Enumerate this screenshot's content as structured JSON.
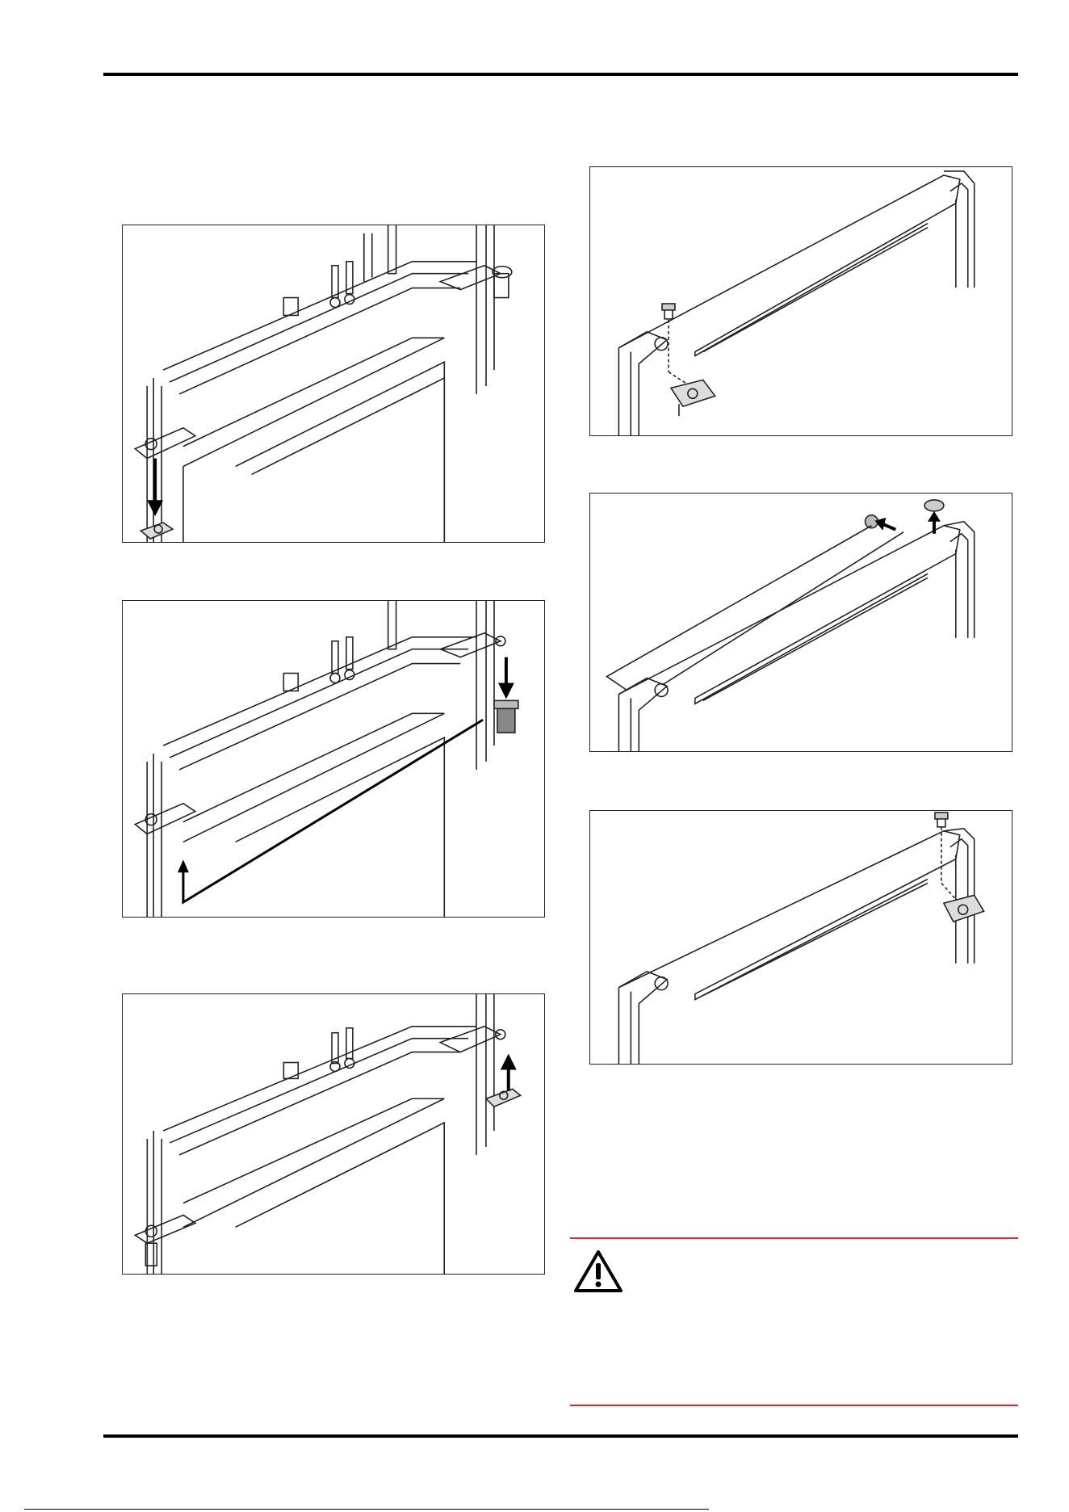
{
  "page": {
    "figures_left": [
      {
        "name": "hinge-removal-step",
        "arrow": "down"
      },
      {
        "name": "pin-transfer-step",
        "arrow": "transfer"
      },
      {
        "name": "hinge-mount-step",
        "arrow": "up"
      }
    ],
    "figures_right": [
      {
        "name": "top-plate-screw-removal"
      },
      {
        "name": "cover-cap-swap"
      },
      {
        "name": "top-plate-screw-install"
      }
    ],
    "warning": {
      "icon": "warning-triangle-icon",
      "accent": "#e3262d"
    }
  }
}
